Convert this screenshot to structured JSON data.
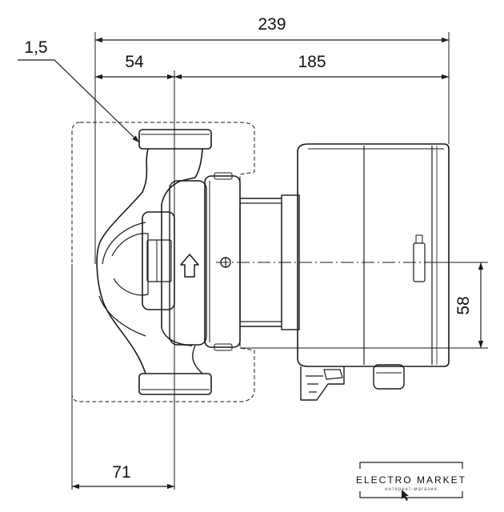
{
  "drawing": {
    "dimensions": {
      "overall_width": "239",
      "inlet_offset": "54",
      "motor_length": "185",
      "wall_thickness": "1,5",
      "axis_height": "58",
      "port_offset": "71"
    }
  },
  "watermark": {
    "brand": "ELECTRO MARKET",
    "tagline": "интернет-магазин"
  },
  "colors": {
    "line": "#1a1a1a",
    "background": "#ffffff"
  }
}
